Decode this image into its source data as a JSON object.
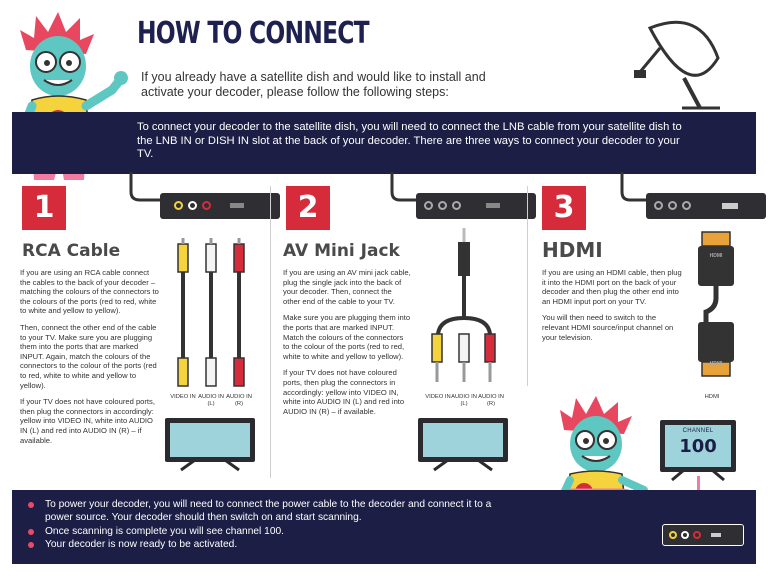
{
  "header": {
    "title": "HOW TO CONNECT",
    "intro": "If you already have a satellite dish and would like to install and activate your decoder, please follow the following steps:"
  },
  "band": {
    "text": "To connect your decoder to the satellite dish, you will need to connect the LNB cable from your satellite dish to the LNB IN or DISH IN slot at the back of your decoder. There are three ways to connect your decoder to your TV."
  },
  "mascot_badge": "open view",
  "steps": [
    {
      "number": "1",
      "title": "RCA Cable",
      "paragraphs": [
        "If you are using an RCA cable connect the cables to the back of your decoder – matching the colours of the connectors to the colours of the ports (red to red, white to white and yellow to yellow).",
        "Then, connect the other end of the cable to your  TV. Make sure you are plugging them into the ports that are marked INPUT. Again, match the colours of the connectors to the colour of the ports (red to red, white to white and yellow to yellow).",
        "If your TV does not have coloured ports, then plug the connectors in accordingly: yellow into VIDEO IN, white into AUDIO IN (L) and red into AUDIO IN (R) – if available."
      ],
      "captions": [
        "VIDEO IN",
        "AUDIO IN (L)",
        "AUDIO IN (R)"
      ]
    },
    {
      "number": "2",
      "title": "AV Mini Jack",
      "paragraphs": [
        "If you are using an AV mini jack cable, plug  the single jack into the back of your decoder. Then, connect the other end of the cable to your TV.",
        "Make sure you are plugging them into the ports that are marked INPUT. Match the colours of the connectors to the colour of the ports  (red to red, white to white and yellow to  yellow).",
        "If your TV does not have coloured ports, then plug the connectors in accordingly: yellow into VIDEO IN, white into AUDIO IN (L) and red into AUDIO IN (R) – if available."
      ],
      "captions": [
        "VIDEO IN",
        "AUDIO IN (L)",
        "AUDIO IN (R)"
      ]
    },
    {
      "number": "3",
      "title": "HDMI",
      "paragraphs": [
        "If you are using an HDMI cable, then plug it into the HDMI port on the back of your decoder and then plug the other end into an HDMI input port on your TV.",
        "You will then need to switch to the relevant HDMI source/input channel on your television."
      ],
      "plug_label": "HDMI",
      "caption": "HDMI"
    }
  ],
  "channel_display": {
    "label": "CHANNEL",
    "number": "100"
  },
  "bottom": {
    "bullets": [
      "To power your decoder, you will need to connect the power cable to the decoder and connect it to a power source. Your decoder should then switch on and start scanning.",
      "Once scanning is complete you will see channel 100.",
      "Your decoder is now ready to be activated."
    ]
  },
  "colors": {
    "navy": "#1c1e45",
    "red": "#d62b3a",
    "bullet_pink": "#e84a6a",
    "screen": "#9fd3dc"
  }
}
